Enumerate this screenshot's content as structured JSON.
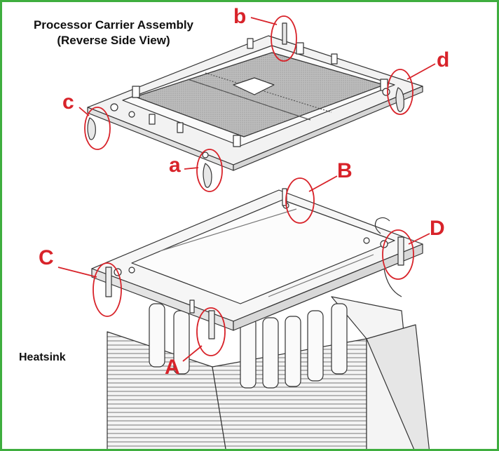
{
  "diagram": {
    "title_line1": "Processor Carrier Assembly",
    "title_line2": "(Reverse Side View)",
    "heatsink_label": "Heatsink",
    "callouts": {
      "a": "a",
      "b": "b",
      "c": "c",
      "d": "d",
      "A": "A",
      "B": "B",
      "C": "C",
      "D": "D"
    },
    "colors": {
      "border": "#3fae3f",
      "callout": "#d8232a",
      "line": "#333333",
      "hatch": "#9a9a9a"
    }
  }
}
